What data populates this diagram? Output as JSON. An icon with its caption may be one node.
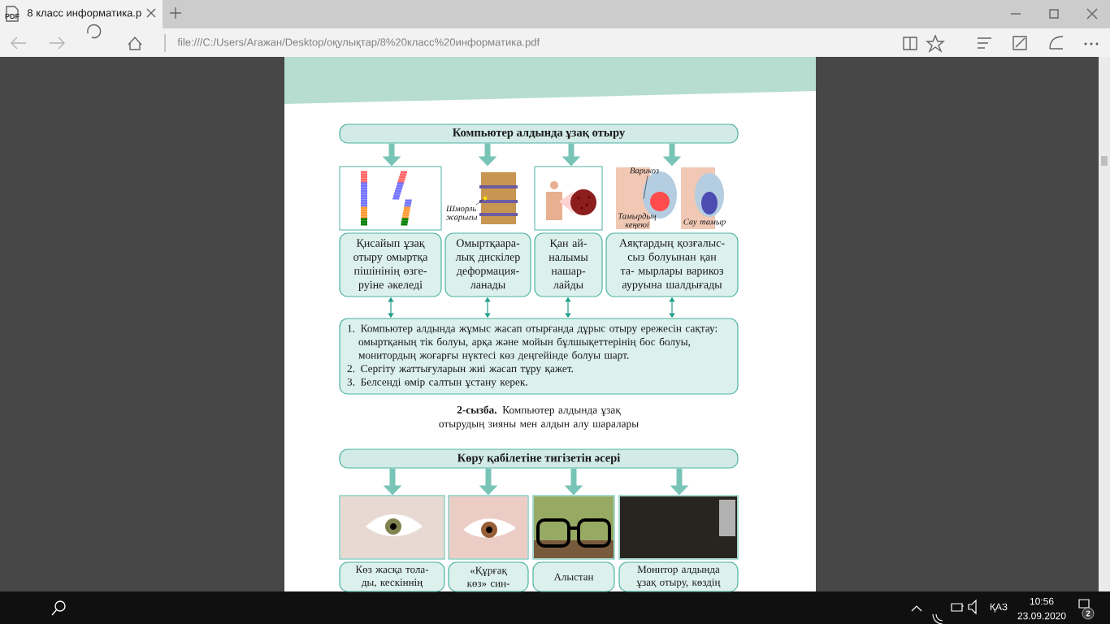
{
  "diagram": {
    "caption": "**2-сызба.** Компьютер алдында ұзақ отырудың зияны мен алдын алу шаралары",
    "nodes": [
      {
        "text": [
          "Компьютер алдында ұзақ отыру"
        ]
      },
      {
        "text": [],
        "shape": "picture"
      },
      {
        "text": [
          "Шморль жарығы"
        ]
      },
      {
        "text": [],
        "shape": "picture"
      },
      {
        "text": [
          "Варикоз",
          "Тамырдың кеңеюі",
          "Сау тамыр"
        ]
      },
      {
        "text": [
          "Қисайып ұзақ отыру омыртқа пішінінің өзге- руіне әкеледі"
        ]
      },
      {
        "text": [
          "Омыртқаара- лық дискілер деформация- ланады"
        ]
      },
      {
        "text": [
          "Қан ай- налымы нашар- лайды"
        ]
      },
      {
        "text": [
          "Аяқтардың қозғалыс- сыз болуынан қан та- мырлары варикоз ауруына шалдығады"
        ]
      },
      {
        "text": [
          "1. Компьютер алдында жұмыс жасап отырғанда дұрыс отыру ережесін сақтау: омыртқаның тік болуы, арқа және мойын бұлшықеттерінің бос болуы, монитордың жоғарғы нүктесі көз деңгейінде болуы шарт.",
          "2. Сергіту жаттығуларын жиі жасап тұру қажет.",
          "3. Белсенді өмір салтын ұстану керек."
        ]
      },
      {
        "text": [
          "Көру қабілетіне тигізетін әсері"
        ]
      },
      {
        "text": [],
        "shape": "picture"
      },
      {
        "text": [],
        "shape": "picture"
      },
      {
        "text": [],
        "shape": "picture"
      },
      {
        "text": [],
        "shape": "picture"
      },
      {
        "text": [
          "Көз жасқа тола- ды, кескіннің"
        ]
      },
      {
        "text": [
          "«Құрғақ көз» син-"
        ]
      },
      {
        "text": [
          "Алыстан"
        ]
      },
      {
        "text": [
          "Монитор алдында ұзақ отыру, көздің"
        ]
      }
    ],
    "edges": [
      {
        "from": 0,
        "to": 1,
        "arrow": "to"
      },
      {
        "from": 0,
        "to": 2,
        "arrow": "to"
      },
      {
        "from": 0,
        "to": 3,
        "arrow": "to"
      },
      {
        "from": 0,
        "to": 4,
        "arrow": "to"
      },
      {
        "from": 5,
        "to": 9,
        "arrow": "both"
      },
      {
        "from": 6,
        "to": 9,
        "arrow": "both"
      },
      {
        "from": 7,
        "to": 9,
        "arrow": "both"
      },
      {
        "from": 8,
        "to": 9,
        "arrow": "both"
      },
      {
        "from": 10,
        "to": 11,
        "arrow": "to"
      },
      {
        "from": 10,
        "to": 12,
        "arrow": "to"
      },
      {
        "from": 10,
        "to": 13,
        "arrow": "to"
      },
      {
        "from": 10,
        "to": 14,
        "arrow": "to"
      }
    ],
    "labels": [
      "PDF",
      "8 класс информатика.p",
      "file:///C:/Users/Агажан/Desktop/оқулықтар/8%20класс%20информатика.pdf",
      "ҚАЗ",
      "10:56",
      "23.09.2020",
      "2"
    ]
  }
}
